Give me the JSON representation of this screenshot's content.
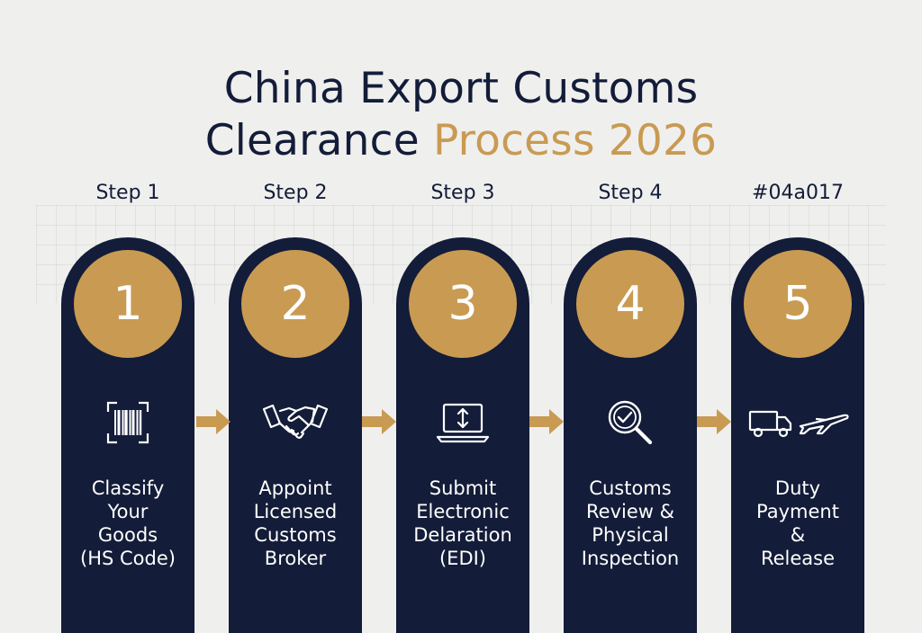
{
  "title": {
    "line1": "China Export Customs",
    "line2_main": "Clearance",
    "line2_accent": "Process 2026"
  },
  "steps": [
    {
      "label": "Step 1",
      "number": "1",
      "icon": "barcode-icon",
      "lines": [
        "Classify",
        "Your",
        "Goods",
        "(HS Code)"
      ]
    },
    {
      "label": "Step 2",
      "number": "2",
      "icon": "handshake-icon",
      "lines": [
        "Appoint",
        "Licensed",
        "Customs",
        "Broker"
      ]
    },
    {
      "label": "Step 3",
      "number": "3",
      "icon": "laptop-upload-icon",
      "lines": [
        "Submit",
        "Electronic",
        "Delaration",
        "(EDI)"
      ]
    },
    {
      "label": "Step 4",
      "number": "4",
      "icon": "magnifier-check-icon",
      "lines": [
        "Customs",
        "Review &",
        "Physical",
        "Inspection"
      ]
    },
    {
      "label": "#04a017",
      "number": "5",
      "icon": "truck-plane-icon",
      "lines": [
        "Duty",
        "Payment",
        "&",
        "Release"
      ]
    }
  ],
  "colors": {
    "navy": "#131c38",
    "gold": "#c99a52",
    "background": "#efefee"
  }
}
